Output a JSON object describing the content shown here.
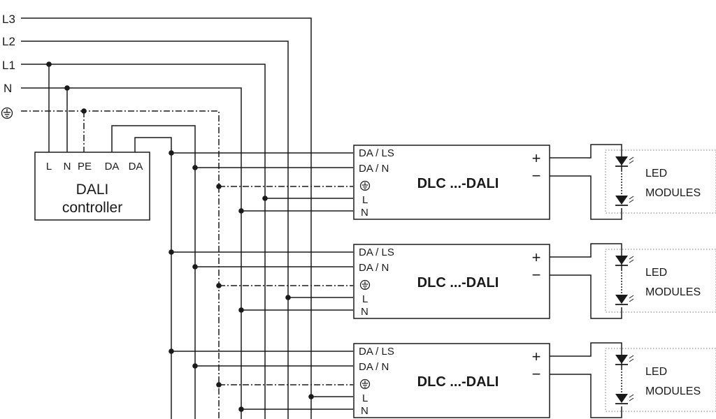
{
  "supply_lines": [
    "L3",
    "L2",
    "L1",
    "N"
  ],
  "icons": {
    "earth": "protective-earth-icon",
    "led": "led-diode-icon"
  },
  "controller": {
    "terminals": [
      "L",
      "N",
      "PE",
      "DA",
      "DA"
    ],
    "name_line1": "DALI",
    "name_line2": "controller"
  },
  "drivers": [
    {
      "inputs": [
        "DA / LS",
        "DA / N",
        "L",
        "N"
      ],
      "title": "DLC  ...-DALI",
      "plus": "+",
      "minus": "−",
      "load": {
        "line1": "LED",
        "line2": "MODULES"
      }
    },
    {
      "inputs": [
        "DA / LS",
        "DA / N",
        "L",
        "N"
      ],
      "title": "DLC  ...-DALI",
      "plus": "+",
      "minus": "−",
      "load": {
        "line1": "LED",
        "line2": "MODULES"
      }
    },
    {
      "inputs": [
        "DA / LS",
        "DA / N",
        "L",
        "N"
      ],
      "title": "DLC  ...-DALI",
      "plus": "+",
      "minus": "−",
      "load": {
        "line1": "LED",
        "line2": "MODULES"
      }
    }
  ]
}
